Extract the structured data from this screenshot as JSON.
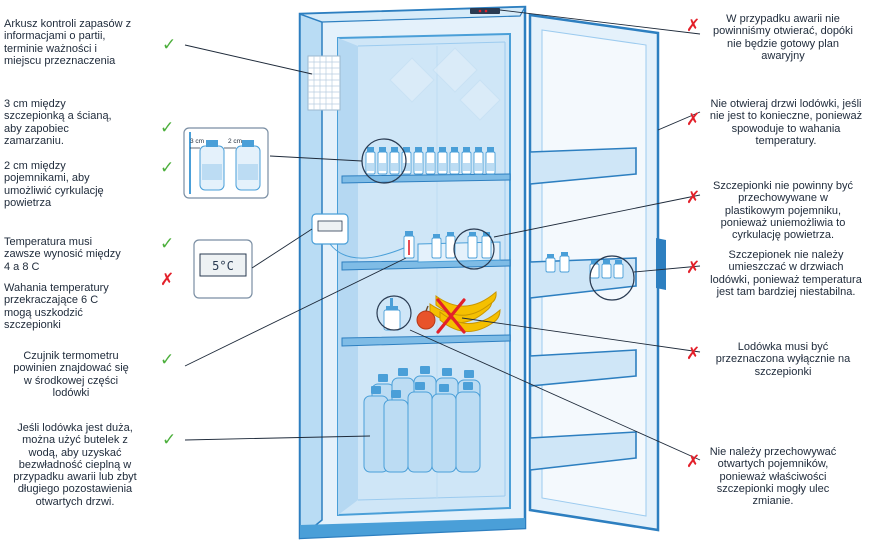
{
  "colors": {
    "frame": "#4a9fd8",
    "frame_dark": "#2d7fc0",
    "interior": "#cfe6f7",
    "interior_light": "#e4f1fb",
    "check": "#4caf3c",
    "cross": "#e3202a",
    "leader": "#1e2a3a",
    "banana": "#f5c000",
    "apple": "#e8532a"
  },
  "thermometer": {
    "reading": "5°C"
  },
  "callouts_left": [
    {
      "id": "stock-sheet",
      "mark": "check",
      "lines": [
        "Arkusz kontroli zapasów z",
        "informacjami o partii,",
        "terminie ważności i",
        "miejscu przeznaczenia"
      ]
    },
    {
      "id": "wall-gap",
      "mark": "check",
      "lines": [
        "3 cm między",
        "szczepionką a ścianą,",
        "aby zapobiec",
        "zamarzaniu."
      ]
    },
    {
      "id": "container-gap",
      "mark": "check",
      "lines": [
        "2 cm między",
        "pojemnikami, aby",
        "umożliwić cyrkulację",
        "powietrza"
      ]
    },
    {
      "id": "temperature-range",
      "mark": "check",
      "lines": [
        "Temperatura musi",
        "zawsze wynosić między",
        "4 a 8 C"
      ]
    },
    {
      "id": "temperature-swings",
      "mark": "cross",
      "lines": [
        "Wahania temperatury",
        "przekraczające 6 C",
        "mogą uszkodzić",
        "szczepionki"
      ]
    },
    {
      "id": "thermometer-sensor",
      "mark": "check",
      "lines": [
        "Czujnik termometru",
        "powinien znajdować się",
        "w środkowej części",
        "lodówki"
      ]
    },
    {
      "id": "water-bottles",
      "mark": "check",
      "lines": [
        "Jeśli lodówka jest duża,",
        "można użyć butelek z",
        "wodą, aby uzyskać",
        "bezwładność cieplną w",
        "przypadku awarii lub zbyt",
        "długiego pozostawienia",
        "otwartych drzwi."
      ]
    }
  ],
  "callouts_right": [
    {
      "id": "failure-open",
      "mark": "cross",
      "lines": [
        "W przypadku awarii nie",
        "powinniśmy otwierać, dopóki",
        "nie będzie gotowy plan",
        "awaryjny"
      ]
    },
    {
      "id": "door-open",
      "mark": "cross",
      "lines": [
        "Nie otwieraj drzwi lodówki, jeśli",
        "nie jest to konieczne, ponieważ",
        "spowoduje to wahania",
        "temperatury."
      ]
    },
    {
      "id": "plastic-container",
      "mark": "cross",
      "lines": [
        "Szczepionki nie powinny być",
        "przechowywane w",
        "plastikowym pojemniku,",
        "ponieważ uniemożliwia to",
        "cyrkulację powietrza."
      ]
    },
    {
      "id": "door-shelves",
      "mark": "cross",
      "lines": [
        "Szczepionek nie należy",
        "umieszczać w drzwiach",
        "lodówki, ponieważ temperatura",
        "jest tam bardziej niestabilna."
      ]
    },
    {
      "id": "vaccines-only",
      "mark": "cross",
      "lines": [
        "Lodówka musi być",
        "przeznaczona wyłącznie na",
        "szczepionki"
      ]
    },
    {
      "id": "open-containers",
      "mark": "cross",
      "lines": [
        "Nie należy przechowywać",
        "otwartych pojemników,",
        "ponieważ właściwości",
        "szczepionki mogły ulec",
        "zmianie."
      ]
    }
  ],
  "inset_labels": {
    "wall_gap": "3 cm",
    "container_gap": "2 cm"
  },
  "icons": {
    "check": "check-icon",
    "cross": "cross-icon"
  }
}
